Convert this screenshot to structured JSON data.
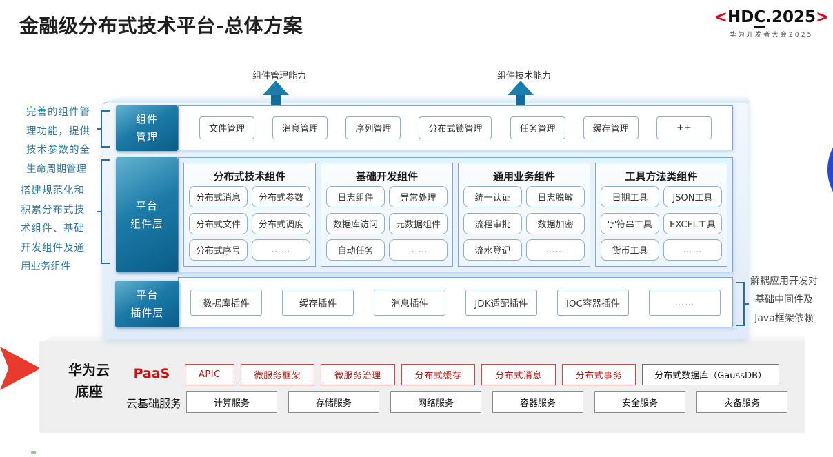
{
  "page": {
    "title": "金融级分布式技术平台-总体方案"
  },
  "logo": {
    "open": "<",
    "part_hd": "HD",
    "part_c": "C",
    "part_rest": ".2025",
    "close": ">",
    "subtitle": "华为开发者大会2025"
  },
  "top_arrows": {
    "left": {
      "label": "组件管理能力"
    },
    "right": {
      "label": "组件技术能力"
    }
  },
  "left_notes": [
    "完善的组件管理功能，提供技术参数的全生命周期管理",
    "搭建规范化和积累分布式技术组件、基础开发组件及通用业务组件"
  ],
  "right_note": "解耦应用开发对基础中间件及Java框架依赖",
  "layers": {
    "management": {
      "label_lines": [
        "组件",
        "管理"
      ],
      "items": [
        "文件管理",
        "消息管理",
        "序列管理",
        "分布式锁管理",
        "任务管理",
        "缓存管理",
        "++"
      ]
    },
    "components": {
      "label_lines": [
        "平台",
        "组件层"
      ],
      "groups": [
        {
          "title": "分布式技术组件",
          "items": [
            "分布式消息",
            "分布式参数",
            "分布式文件",
            "分布式调度",
            "分布式序号",
            "……"
          ]
        },
        {
          "title": "基础开发组件",
          "items": [
            "日志组件",
            "异常处理",
            "数据库访问",
            "元数据组件",
            "自动任务",
            "……"
          ]
        },
        {
          "title": "通用业务组件",
          "items": [
            "统一认证",
            "日志脱敏",
            "流程审批",
            "数据加密",
            "流水登记",
            "……"
          ]
        },
        {
          "title": "工具方法类组件",
          "items": [
            "日期工具",
            "JSON工具",
            "字符串工具",
            "EXCEL工具",
            "货币工具",
            "……"
          ]
        }
      ]
    },
    "plugins": {
      "label_lines": [
        "平台",
        "插件层"
      ],
      "items": [
        "数据库插件",
        "缓存插件",
        "消息插件",
        "JDK适配插件",
        "IOC容器插件",
        "……"
      ]
    }
  },
  "foundation": {
    "label_lines": [
      "华为云",
      "底座"
    ],
    "paas_label": "PaaS",
    "paas_items": [
      "APIC",
      "微服务框架",
      "微服务治理",
      "分布式缓存",
      "分布式消息",
      "分布式事务"
    ],
    "paas_neutral_item": "分布式数据库（GaussDB）",
    "iaas_label": "云基础服务",
    "iaas_items": [
      "计算服务",
      "存储服务",
      "网络服务",
      "容器服务",
      "安全服务",
      "灾备服务"
    ]
  },
  "colors": {
    "layer_teal_light": "#65b2cf",
    "layer_teal_dark": "#0a5c88",
    "panel_border_blue": "#7fa9d3",
    "panel_fill_blue": "#e7f1fb",
    "note_blue": "#2f7ba3",
    "hdc_red": "#e60012",
    "paas_red": "#c8100e",
    "arrow_red": "#e83a2e",
    "edge_circle_blue": "#2847d3",
    "foundation_gray": "#efefef"
  }
}
